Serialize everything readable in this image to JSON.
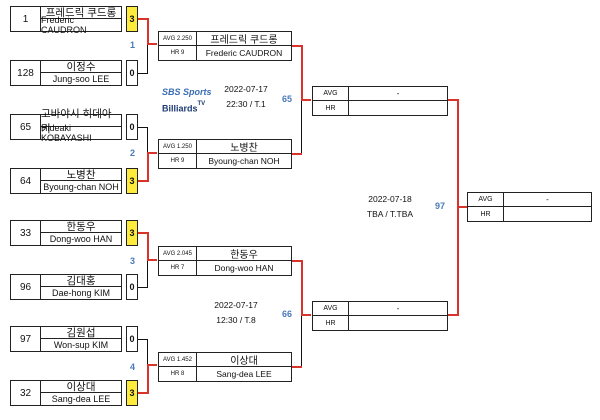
{
  "round1": [
    {
      "match": "1",
      "players": [
        {
          "seed": "1",
          "kr": "프레드릭 쿠드롱",
          "en": "Frederic CAUDRON",
          "score": "3",
          "winner": true
        },
        {
          "seed": "128",
          "kr": "이정수",
          "en": "Jung-soo LEE",
          "score": "0",
          "winner": false
        }
      ]
    },
    {
      "match": "2",
      "players": [
        {
          "seed": "65",
          "kr": "고바야시 히데아키",
          "en": "Hideaki KOBAYASHI",
          "score": "0",
          "winner": false
        },
        {
          "seed": "64",
          "kr": "노병찬",
          "en": "Byoung-chan NOH",
          "score": "3",
          "winner": true
        }
      ]
    },
    {
      "match": "3",
      "players": [
        {
          "seed": "33",
          "kr": "한동우",
          "en": "Dong-woo HAN",
          "score": "3",
          "winner": true
        },
        {
          "seed": "96",
          "kr": "김대홍",
          "en": "Dae-hong KIM",
          "score": "0",
          "winner": false
        }
      ]
    },
    {
      "match": "4",
      "players": [
        {
          "seed": "97",
          "kr": "김원섭",
          "en": "Won-sup KIM",
          "score": "0",
          "winner": false
        },
        {
          "seed": "32",
          "kr": "이상대",
          "en": "Sang-dea LEE",
          "score": "3",
          "winner": true
        }
      ]
    }
  ],
  "round2": [
    {
      "avg": "AVG 2.250",
      "hr": "HR 9",
      "kr": "프레드릭 쿠드롱",
      "en": "Frederic CAUDRON"
    },
    {
      "avg": "AVG 1.250",
      "hr": "HR 9",
      "kr": "노병찬",
      "en": "Byoung-chan NOH"
    },
    {
      "avg": "AVG 2.045",
      "hr": "HR 7",
      "kr": "한동우",
      "en": "Dong-woo HAN"
    },
    {
      "avg": "AVG 1.452",
      "hr": "HR 8",
      "kr": "이상대",
      "en": "Sang-dea LEE"
    }
  ],
  "round3": [
    {
      "avg_label": "AVG",
      "hr_label": "HR",
      "value": "-"
    },
    {
      "avg_label": "AVG",
      "hr_label": "HR",
      "value": "-"
    }
  ],
  "final": {
    "avg_label": "AVG",
    "hr_label": "HR",
    "value": "-"
  },
  "match_numbers": {
    "m65": "65",
    "m66": "66",
    "m97": "97"
  },
  "schedules": {
    "s65": {
      "date": "2022-07-17",
      "time": "22:30 / T.1"
    },
    "s66": {
      "date": "2022-07-17",
      "time": "12:30 / T.8"
    },
    "s97": {
      "date": "2022-07-18",
      "time": "TBA / T.TBA"
    }
  },
  "logo": {
    "line1": "SBS Sports",
    "line2": "Billiards",
    "tv": "TV"
  },
  "colors": {
    "winner_fill": "#ffeb3b",
    "match_number": "#4a79b9",
    "bracket_red": "#d9342b",
    "bracket_black": "#111111"
  }
}
